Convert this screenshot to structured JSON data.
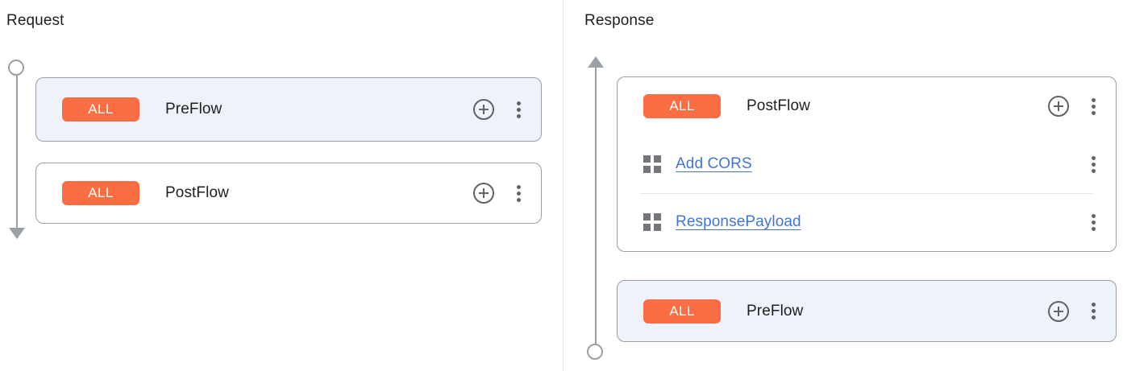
{
  "request_panel": {
    "title": "Request",
    "rail": {
      "start_marker": "circle",
      "end_marker": "arrow-down"
    },
    "cards": [
      {
        "id": "req-preflow",
        "badge": "ALL",
        "name": "PreFlow",
        "selected": true,
        "add_icon": "plus-circle-icon",
        "menu_icon": "more-vert-icon",
        "policies": []
      },
      {
        "id": "req-postflow",
        "badge": "ALL",
        "name": "PostFlow",
        "selected": false,
        "add_icon": "plus-circle-icon",
        "menu_icon": "more-vert-icon",
        "policies": []
      }
    ]
  },
  "response_panel": {
    "title": "Response",
    "rail": {
      "start_marker": "arrow-up",
      "end_marker": "circle"
    },
    "cards": [
      {
        "id": "res-postflow",
        "badge": "ALL",
        "name": "PostFlow",
        "selected": false,
        "add_icon": "plus-circle-icon",
        "menu_icon": "more-vert-icon",
        "policies": [
          {
            "handle_icon": "grid-2x2-icon",
            "label": "Add CORS",
            "menu_icon": "more-vert-icon"
          },
          {
            "handle_icon": "grid-2x2-icon",
            "label": "ResponsePayload",
            "menu_icon": "more-vert-icon"
          }
        ]
      },
      {
        "id": "res-preflow",
        "badge": "ALL",
        "name": "PreFlow",
        "selected": true,
        "add_icon": "plus-circle-icon",
        "menu_icon": "more-vert-icon",
        "policies": []
      }
    ]
  },
  "colors": {
    "badge_background": "#fb6d42",
    "badge_text": "#ffffff",
    "selected_card_background": "#eef2fb",
    "card_border": "#9d9da3",
    "link": "#3f74d8",
    "rail": "#9aa0a6",
    "icon": "#5f6368",
    "policy_handle": "#757679",
    "divider": "#e3e3e5"
  }
}
